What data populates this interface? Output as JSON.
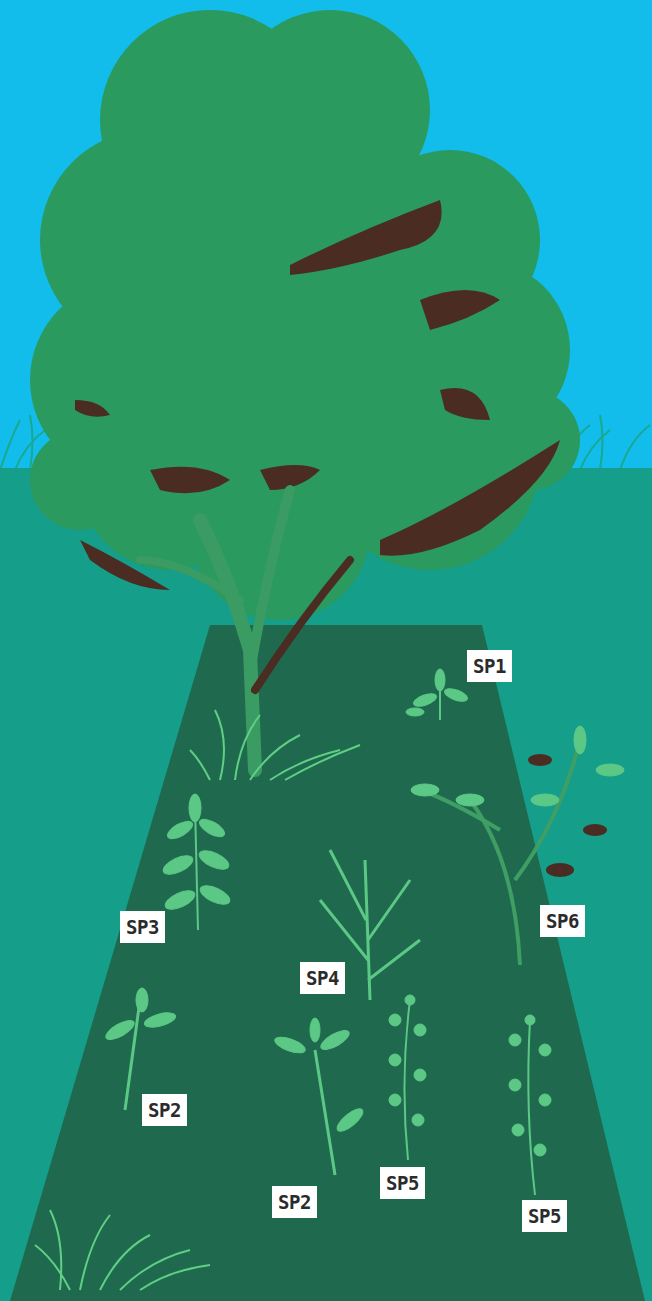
{
  "diagram": {
    "labels": [
      "SP1",
      "SP3",
      "SP6",
      "SP4",
      "SP2",
      "SP2",
      "SP5",
      "SP5"
    ]
  }
}
